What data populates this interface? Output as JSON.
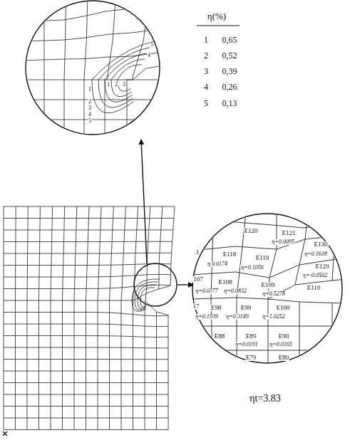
{
  "diagram": {
    "labels": [
      "η(%)",
      "1",
      "0,65",
      "2",
      "0,52",
      "3",
      "0,39",
      "4",
      "0,26",
      "5",
      "0,13",
      "1",
      "2",
      "3",
      "4",
      "5",
      "1",
      "2",
      "3",
      "4",
      "5",
      "E120",
      "E121",
      "η=0.0095",
      "E130",
      "η=0.1618",
      ".1",
      "E118",
      "η 0.0174",
      "E119",
      "η=0.1056",
      "E129",
      "η=-0.0502",
      "107",
      "E108",
      "η=0.0377",
      "η=0.0832",
      "E109",
      "η=0.5278",
      "E110",
      "17",
      "E98",
      "η=0.1939",
      "E99",
      "η=0.3149",
      "E100",
      "η=1.0252",
      "E88",
      "E89",
      "η=0.0191",
      "E90",
      "η=0.0165",
      "E79",
      "E80",
      "ηt=3.83"
    ]
  }
}
